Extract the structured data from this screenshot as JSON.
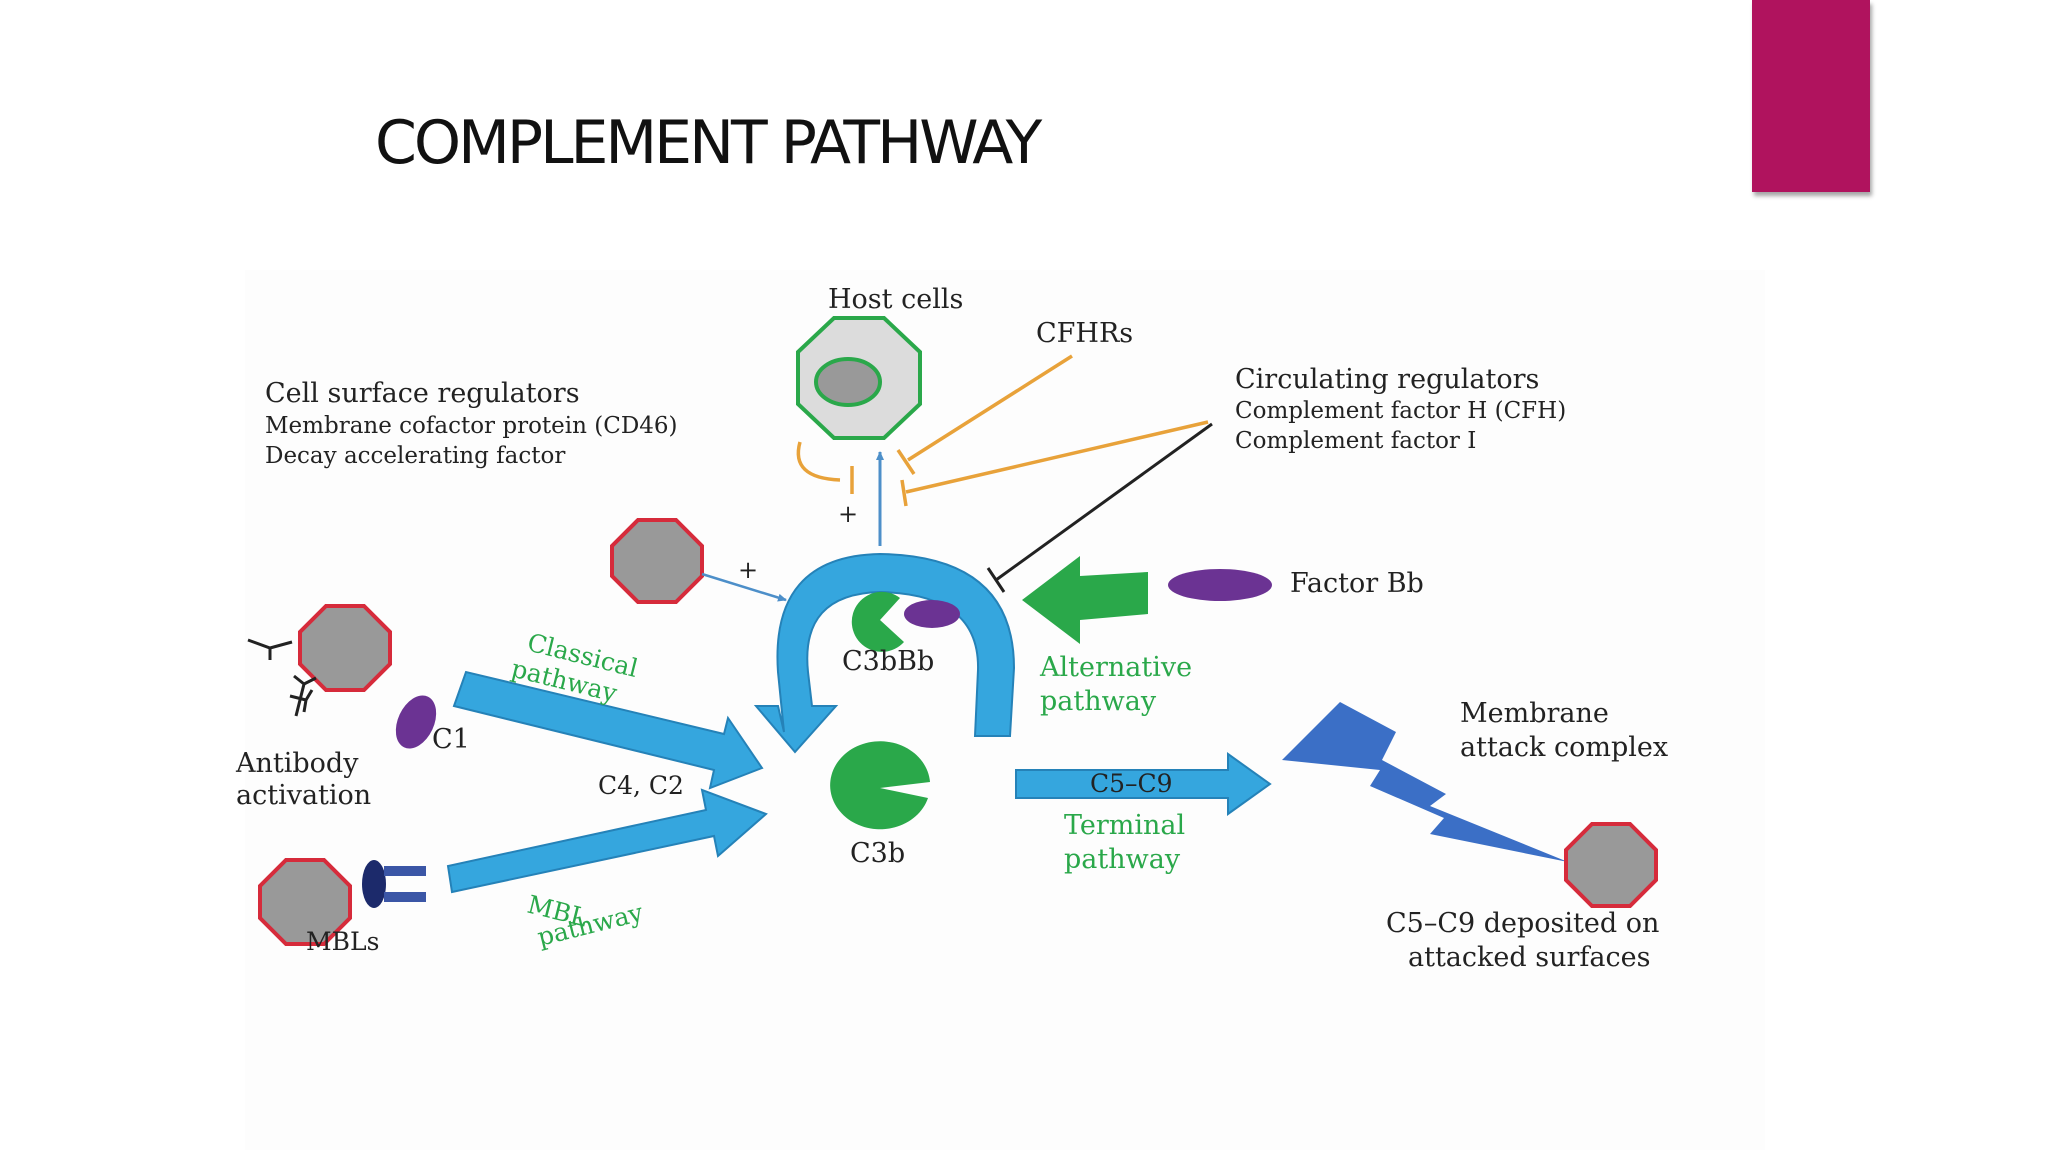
{
  "slide": {
    "title": "COMPLEMENT PATHWAY",
    "accent_color": "#b0135e"
  },
  "diagram": {
    "host_cells": "Host cells",
    "cfhrs": "CFHRs",
    "cell_surface_regulators": {
      "heading": "Cell surface regulators",
      "items": [
        "Membrane cofactor protein (CD46)",
        "Decay accelerating factor"
      ]
    },
    "circulating_regulators": {
      "heading": "Circulating regulators",
      "items": [
        "Complement factor H (CFH)",
        "Complement factor I"
      ]
    },
    "plus": "+",
    "factor_bb": "Factor Bb",
    "c3bbb": "C3bBb",
    "c3b": "C3b",
    "classical_pathway": [
      "Classical",
      "pathway"
    ],
    "alternative_pathway": [
      "Alternative",
      "pathway"
    ],
    "mbl_pathway": [
      "MBL",
      "pathway"
    ],
    "terminal_pathway": [
      "Terminal",
      "pathway"
    ],
    "c1": "C1",
    "antibody_activation": [
      "Antibody",
      "activation"
    ],
    "c4c2": "C4, C2",
    "mbls": "MBLs",
    "c5c9_arrow": "C5–C9",
    "membrane_attack_complex": [
      "Membrane",
      "attack complex"
    ],
    "c5c9_deposited": [
      "C5–C9 deposited on",
      "attacked surfaces"
    ]
  },
  "colors": {
    "arrow_blue": "#35a6de",
    "pathway_green": "#2aa84a",
    "regulator_orange": "#e8a23a",
    "factor_purple": "#6b3393",
    "cell_red": "#d62b3b",
    "mac_blue": "#3b6fc6"
  }
}
